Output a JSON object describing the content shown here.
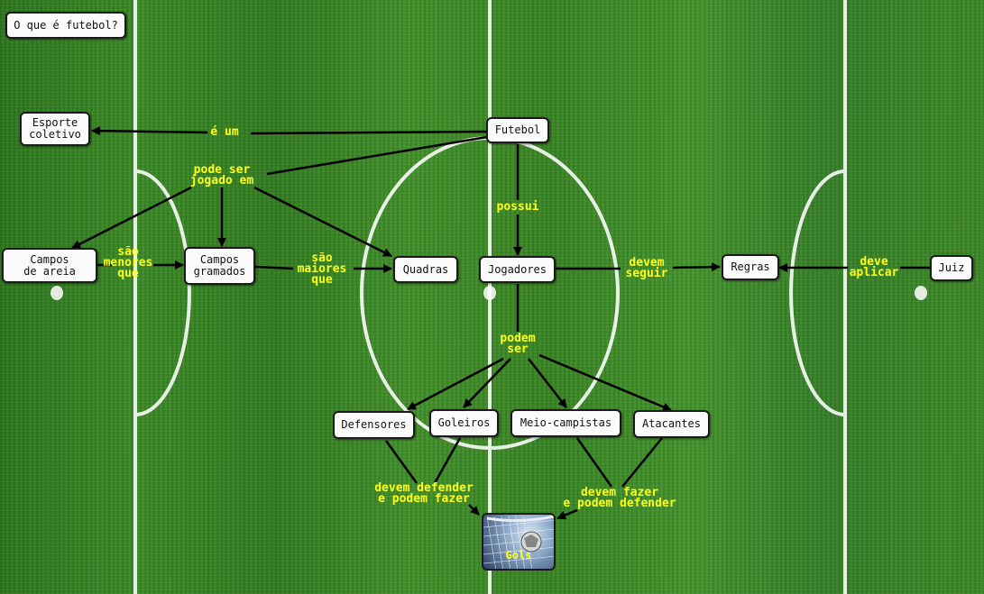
{
  "colors": {
    "node_bg": "#fbfbfb",
    "label": "#ffff19",
    "line": "#000000",
    "field_line": "#ffffff"
  },
  "title_box": "O que é futebol?",
  "nodes": {
    "futebol": "Futebol",
    "esporte": "Esporte\ncoletivo",
    "campos_areia": "Campos\nde areia",
    "campos_gramados": "Campos\ngramados",
    "quadras": "Quadras",
    "jogadores": "Jogadores",
    "regras": "Regras",
    "juiz": "Juiz",
    "defensores": "Defensores",
    "goleiros": "Goleiros",
    "meio_campistas": "Meio-campistas",
    "atacantes": "Atacantes",
    "gols": "Gols"
  },
  "links": {
    "e_um": "é um",
    "pode_ser_jogado_em": "pode ser\njogado em",
    "possui": "possui",
    "sao_menores_que": "são\nmenores\nque",
    "sao_maiores_que": "são\nmaiores\nque",
    "devem_seguir": "devem\nseguir",
    "deve_aplicar": "deve\naplicar",
    "podem_ser": "podem\nser",
    "devem_defender": "devem defender\ne podem fazer",
    "devem_fazer": "devem fazer\ne podem defender"
  },
  "icons": {
    "goal": "goal-net-ball-icon"
  }
}
